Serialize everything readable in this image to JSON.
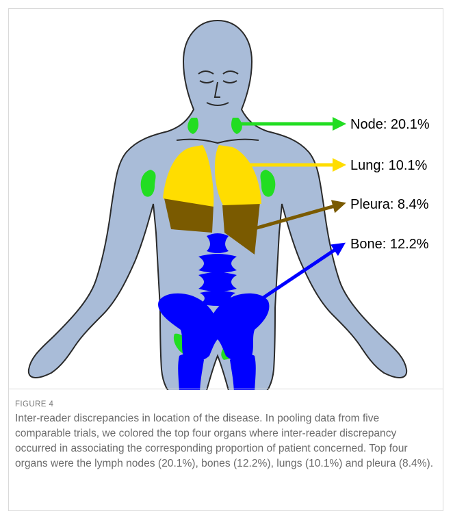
{
  "colors": {
    "node": "#22dd22",
    "lung": "#ffdd00",
    "pleura": "#7a5a00",
    "bone": "#0000ff",
    "body": "#a9bcd8",
    "body_outline": "#2a2a2a"
  },
  "labels": {
    "node": "Node: 20.1%",
    "lung": "Lung: 10.1%",
    "pleura": "Pleura: 8.4%",
    "bone": "Bone: 12.2%"
  },
  "figure": {
    "label": "FIGURE 4",
    "caption": "Inter-reader discrepancies in location of the disease. In pooling data from five comparable trials, we colored the top four organs where inter-reader discrepancy occurred in associating the corresponding proportion of patient concerned. Top four organs were the lymph nodes (20.1%), bones (12.2%), lungs (10.1%) and pleura (8.4%)."
  }
}
